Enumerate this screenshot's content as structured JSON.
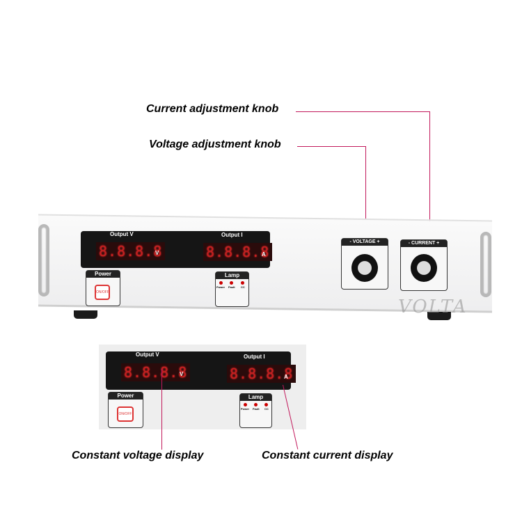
{
  "callouts": {
    "current_knob": "Current adjustment knob",
    "voltage_knob": "Voltage adjustment knob",
    "cv_display": "Constant voltage display",
    "cc_display": "Constant current display"
  },
  "panel": {
    "output_v_label": "Output V",
    "output_i_label": "Output I",
    "v_reading": "8.8.8.8",
    "i_reading": "8.8.8.8",
    "v_unit": "V",
    "i_unit": "A",
    "power_label": "Power",
    "onoff_label": "ON/OFF",
    "lamp_label": "Lamp",
    "lamps": [
      "Power",
      "Fault",
      "CC"
    ],
    "voltage_knob_label": "- VOLTAGE +",
    "current_knob_label": "- CURRENT +",
    "watermark": "VOLTA"
  },
  "colors": {
    "callout_line": "#c2185b",
    "led": "#cc0000",
    "segment": "#c62020"
  }
}
